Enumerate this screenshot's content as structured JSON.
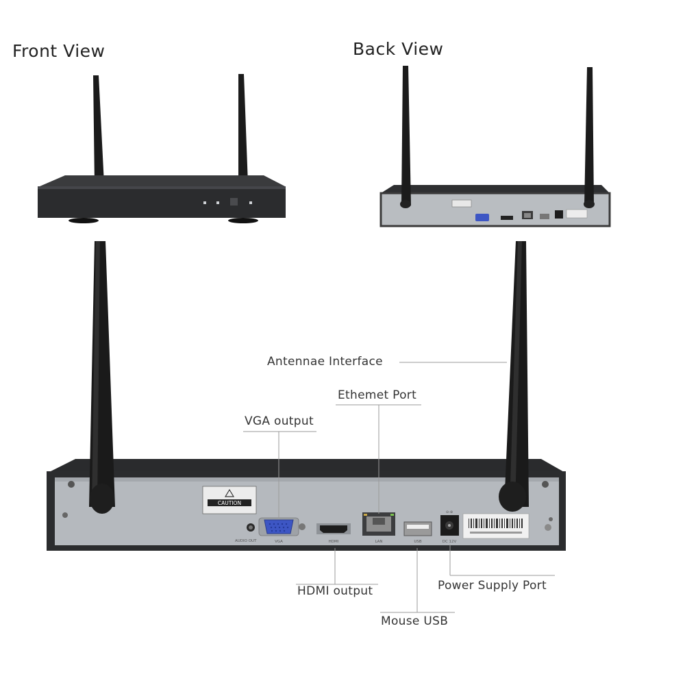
{
  "views": {
    "front_title": "Front View",
    "back_title": "Back View"
  },
  "callouts": {
    "antennae": "Antennae Interface",
    "ethernet": "Ethemet Port",
    "vga": "VGA output",
    "hdmi": "HDMI output",
    "power": "Power Supply Port",
    "mouse": "Mouse USB"
  },
  "panel_labels": {
    "caution": "CAUTION",
    "vga_port": "VGA",
    "hdmi_port": "HDMI",
    "lan_port": "LAN",
    "usb_port": "USB",
    "power_port": "DC 12V",
    "audio": "AUDIO OUT"
  },
  "colors": {
    "chassis_dark": "#2b2c2e",
    "back_panel": "#b8bcc0",
    "antenna": "#1a1a1a",
    "vga_blue": "#3d56c4",
    "leader_line": "#9a9a9a"
  }
}
